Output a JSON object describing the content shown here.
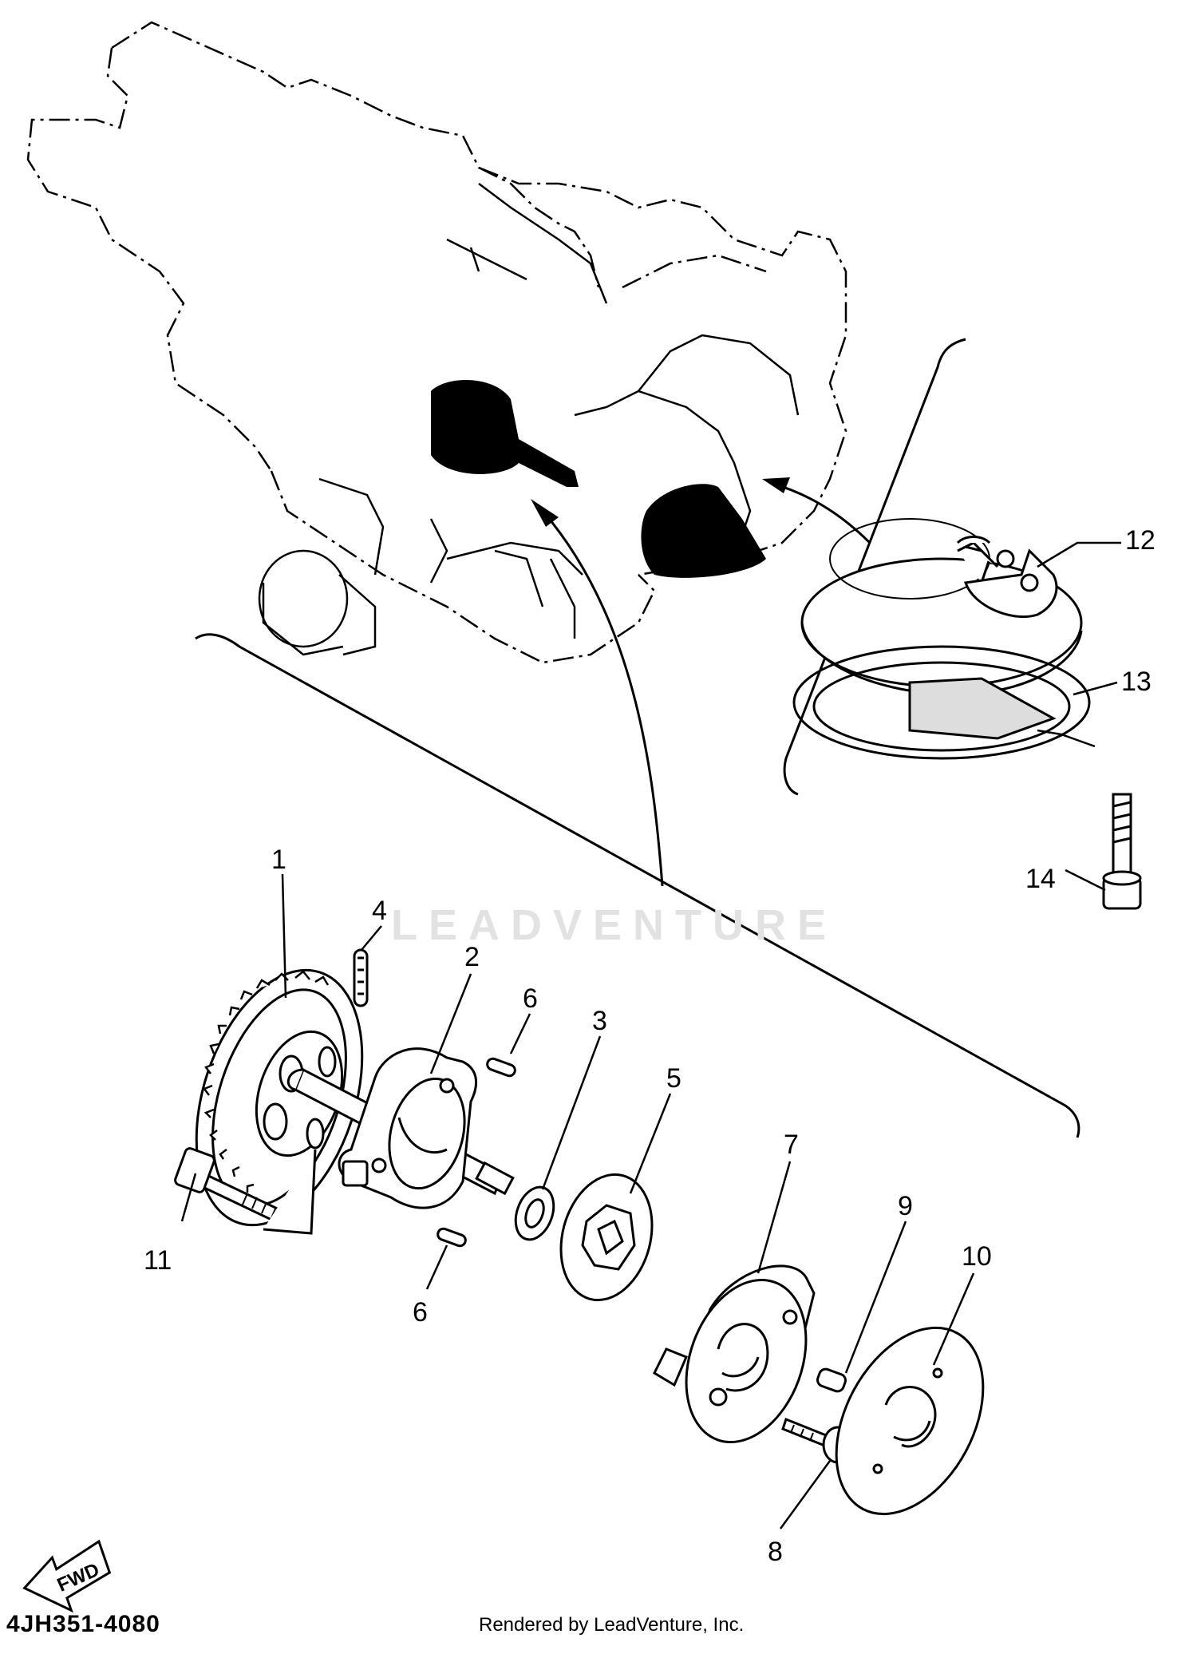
{
  "diagram": {
    "code": "4JH351-4080",
    "rendered_by": "Rendered by LeadVenture, Inc.",
    "watermark": "LEADVENTURE",
    "fwd_label": "FWD",
    "callouts": [
      "1",
      "2",
      "3",
      "4",
      "5",
      "6",
      "6",
      "7",
      "8",
      "9",
      "10",
      "11",
      "12",
      "13",
      "14"
    ]
  }
}
